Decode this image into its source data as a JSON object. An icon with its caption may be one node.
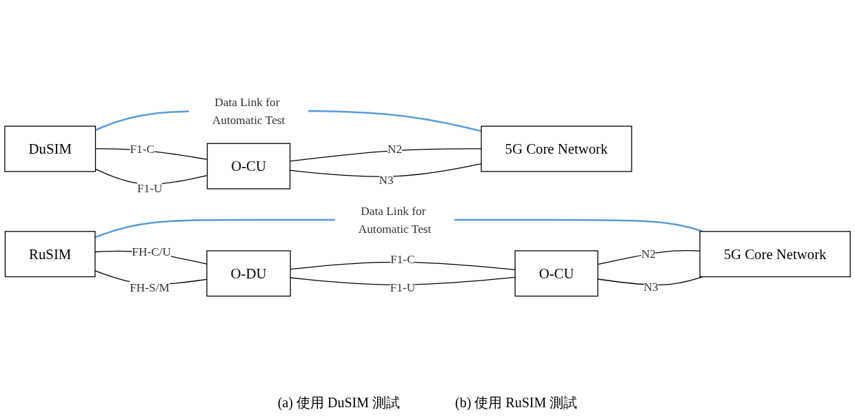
{
  "diagram": {
    "nodes": [
      {
        "text": [
          "DuSIM"
        ]
      },
      {
        "text": [
          "O-CU"
        ]
      },
      {
        "text": [
          "5G Core Network"
        ]
      },
      {
        "text": [
          "RuSIM"
        ]
      },
      {
        "text": [
          "O-DU"
        ]
      },
      {
        "text": [
          "O-CU"
        ]
      },
      {
        "text": [
          "5G Core Network"
        ]
      }
    ],
    "edges": [
      {
        "from": 0,
        "to": 2,
        "arrow": "none",
        "label": "Data Link for Automatic Test",
        "color": "#5b9bd5"
      },
      {
        "from": 0,
        "to": 1,
        "arrow": "none",
        "label": "F1-C"
      },
      {
        "from": 0,
        "to": 1,
        "arrow": "none",
        "label": "F1-U"
      },
      {
        "from": 1,
        "to": 2,
        "arrow": "none",
        "label": "N2"
      },
      {
        "from": 1,
        "to": 2,
        "arrow": "none",
        "label": "N3"
      },
      {
        "from": 3,
        "to": 6,
        "arrow": "none",
        "label": "Data Link for Automatic Test",
        "color": "#5b9bd5"
      },
      {
        "from": 3,
        "to": 4,
        "arrow": "none",
        "label": "FH-C/U"
      },
      {
        "from": 3,
        "to": 4,
        "arrow": "none",
        "label": "FH-S/M"
      },
      {
        "from": 4,
        "to": 5,
        "arrow": "none",
        "label": "F1-C"
      },
      {
        "from": 4,
        "to": 5,
        "arrow": "none",
        "label": "F1-U"
      },
      {
        "from": 5,
        "to": 6,
        "arrow": "none",
        "label": "N2"
      },
      {
        "from": 5,
        "to": 6,
        "arrow": "none",
        "label": "N3"
      }
    ],
    "labels": [
      "(a) 使用 DuSIM 測試",
      "(b) 使用 RuSIM 測試"
    ]
  }
}
